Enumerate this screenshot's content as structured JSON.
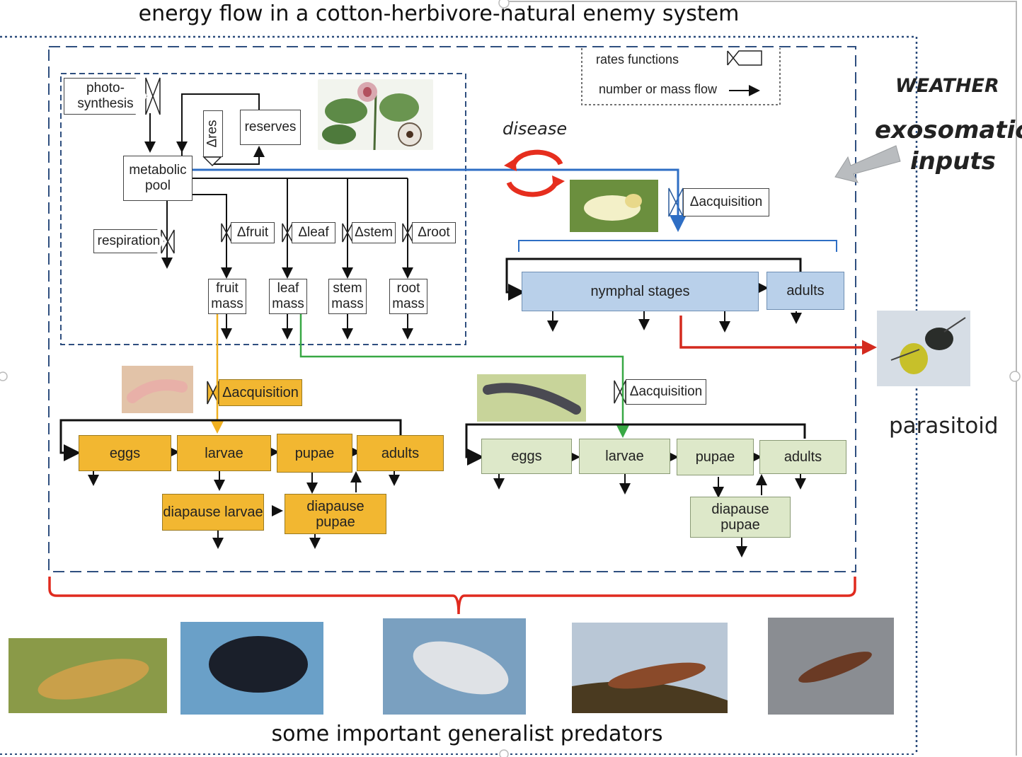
{
  "title": "energy flow in a cotton-herbivore-natural enemy system",
  "footer": "some important generalist predators",
  "legend": {
    "rates": "rates functions",
    "flow": "number or mass flow"
  },
  "side": {
    "weather": "WEATHER",
    "exo1": "exosomatic",
    "exo2": "inputs",
    "parasitoid": "parasitoid"
  },
  "disease": "disease",
  "plant": {
    "photo1": "photo-",
    "photo2": "synthesis",
    "reserves": "reserves",
    "dres": "Δres",
    "pool1": "metabolic",
    "pool2": "pool",
    "respiration": "respiration",
    "rates": [
      "Δfruit",
      "Δleaf",
      "Δstem",
      "Δroot"
    ],
    "masses": [
      [
        "fruit",
        "mass"
      ],
      [
        "leaf",
        "mass"
      ],
      [
        "stem",
        "mass"
      ],
      [
        "root",
        "mass"
      ]
    ]
  },
  "whitefly": {
    "acq": "Δacquisition",
    "nymph": "nymphal stages",
    "adults": "adults"
  },
  "bollworm": {
    "acq": "Δacquisition",
    "stages": [
      "eggs",
      "larvae",
      "pupae",
      "adults"
    ],
    "diapause_larvae": "diapause larvae",
    "diapause_pupae": "diapause pupae"
  },
  "moth": {
    "acq": "Δacquisition",
    "stages": [
      "eggs",
      "larvae",
      "pupae",
      "adults"
    ],
    "diapause_pupae": "diapause pupae"
  },
  "colors": {
    "orange": "#f2b731",
    "blue": "#b9d0ea",
    "green": "#dde8c9",
    "blue_flow": "#2e6ec4",
    "green_flow": "#38a844",
    "orange_flow": "#f0b020",
    "red": "#d42a1e"
  }
}
